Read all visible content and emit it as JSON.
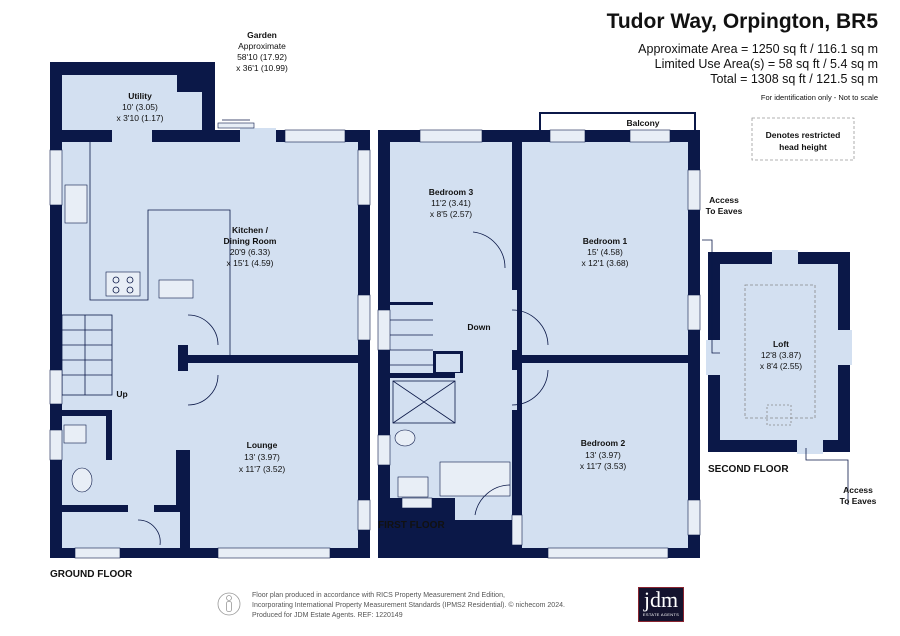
{
  "header": {
    "title": "Tudor Way, Orpington, BR5",
    "approximate_area": "Approximate Area = 1250 sq ft / 116.1 sq m",
    "limited_use_area": "Limited Use Area(s) = 58 sq ft / 5.4 sq m",
    "total": "Total = 1308 sq ft / 121.5 sq m",
    "note": "For identification only - Not to scale"
  },
  "legend": {
    "line1": "Denotes restricted",
    "line2": "head height"
  },
  "garden": {
    "name": "Garden",
    "l1": "Approximate",
    "l2": "58'10 (17.92)",
    "l3": "x 36'1 (10.99)"
  },
  "ground_floor": {
    "label": "GROUND FLOOR",
    "rooms": [
      {
        "name": "Utility",
        "dim1": "10' (3.05)",
        "dim2": "x 3'10 (1.17)"
      },
      {
        "name": "Kitchen /",
        "name2": "Dining Room",
        "dim1": "20'9 (6.33)",
        "dim2": "x 15'1 (4.59)"
      },
      {
        "name": "Lounge",
        "dim1": "13' (3.97)",
        "dim2": "x 11'7 (3.52)"
      }
    ],
    "stairs_label": "Up"
  },
  "first_floor": {
    "label": "FIRST FLOOR",
    "rooms": [
      {
        "name": "Bedroom 3",
        "dim1": "11'2 (3.41)",
        "dim2": "x 8'5 (2.57)"
      },
      {
        "name": "Bedroom 1",
        "dim1": "15' (4.58)",
        "dim2": "x 12'1 (3.68)"
      },
      {
        "name": "Bedroom 2",
        "dim1": "13' (3.97)",
        "dim2": "x 11'7 (3.53)"
      }
    ],
    "balcony": "Balcony",
    "stairs_label": "Down"
  },
  "second_floor": {
    "label": "SECOND FLOOR",
    "rooms": [
      {
        "name": "Loft",
        "dim1": "12'8 (3.87)",
        "dim2": "x 8'4 (2.55)"
      }
    ],
    "eaves_top": {
      "l1": "Access",
      "l2": "To Eaves"
    },
    "eaves_bottom": {
      "l1": "Access",
      "l2": "To Eaves"
    }
  },
  "footer": {
    "line1": "Floor plan produced in accordance with RICS Property Measurement 2nd Edition,",
    "line2": "Incorporating International Property Measurement Standards (IPMS2 Residential).   © nichecom 2024.",
    "line3": "Produced for JDM Estate Agents.   REF: 1220149",
    "logo_text": "jdm",
    "logo_sub": "ESTATE AGENTS"
  },
  "colors": {
    "wall": "#0b1848",
    "room": "#d3e0f1"
  }
}
